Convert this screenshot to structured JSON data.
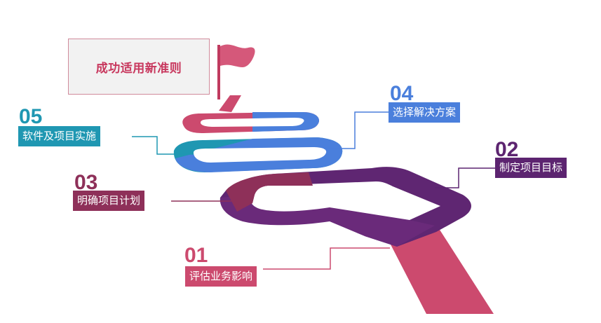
{
  "goal": {
    "text": "成功适用新准则",
    "color": "#c8385e"
  },
  "steps": [
    {
      "num": "01",
      "label": "评估业务影响",
      "color": "#cc4a6e"
    },
    {
      "num": "02",
      "label": "制定项目目标",
      "color": "#5c2470"
    },
    {
      "num": "03",
      "label": "明确项目计划",
      "color": "#8e3059"
    },
    {
      "num": "04",
      "label": "选择解决方案",
      "color": "#4a7fdc"
    },
    {
      "num": "05",
      "label": "软件及项目实施",
      "color": "#1f97b2"
    }
  ],
  "icons": {
    "flag": "flag-icon"
  }
}
